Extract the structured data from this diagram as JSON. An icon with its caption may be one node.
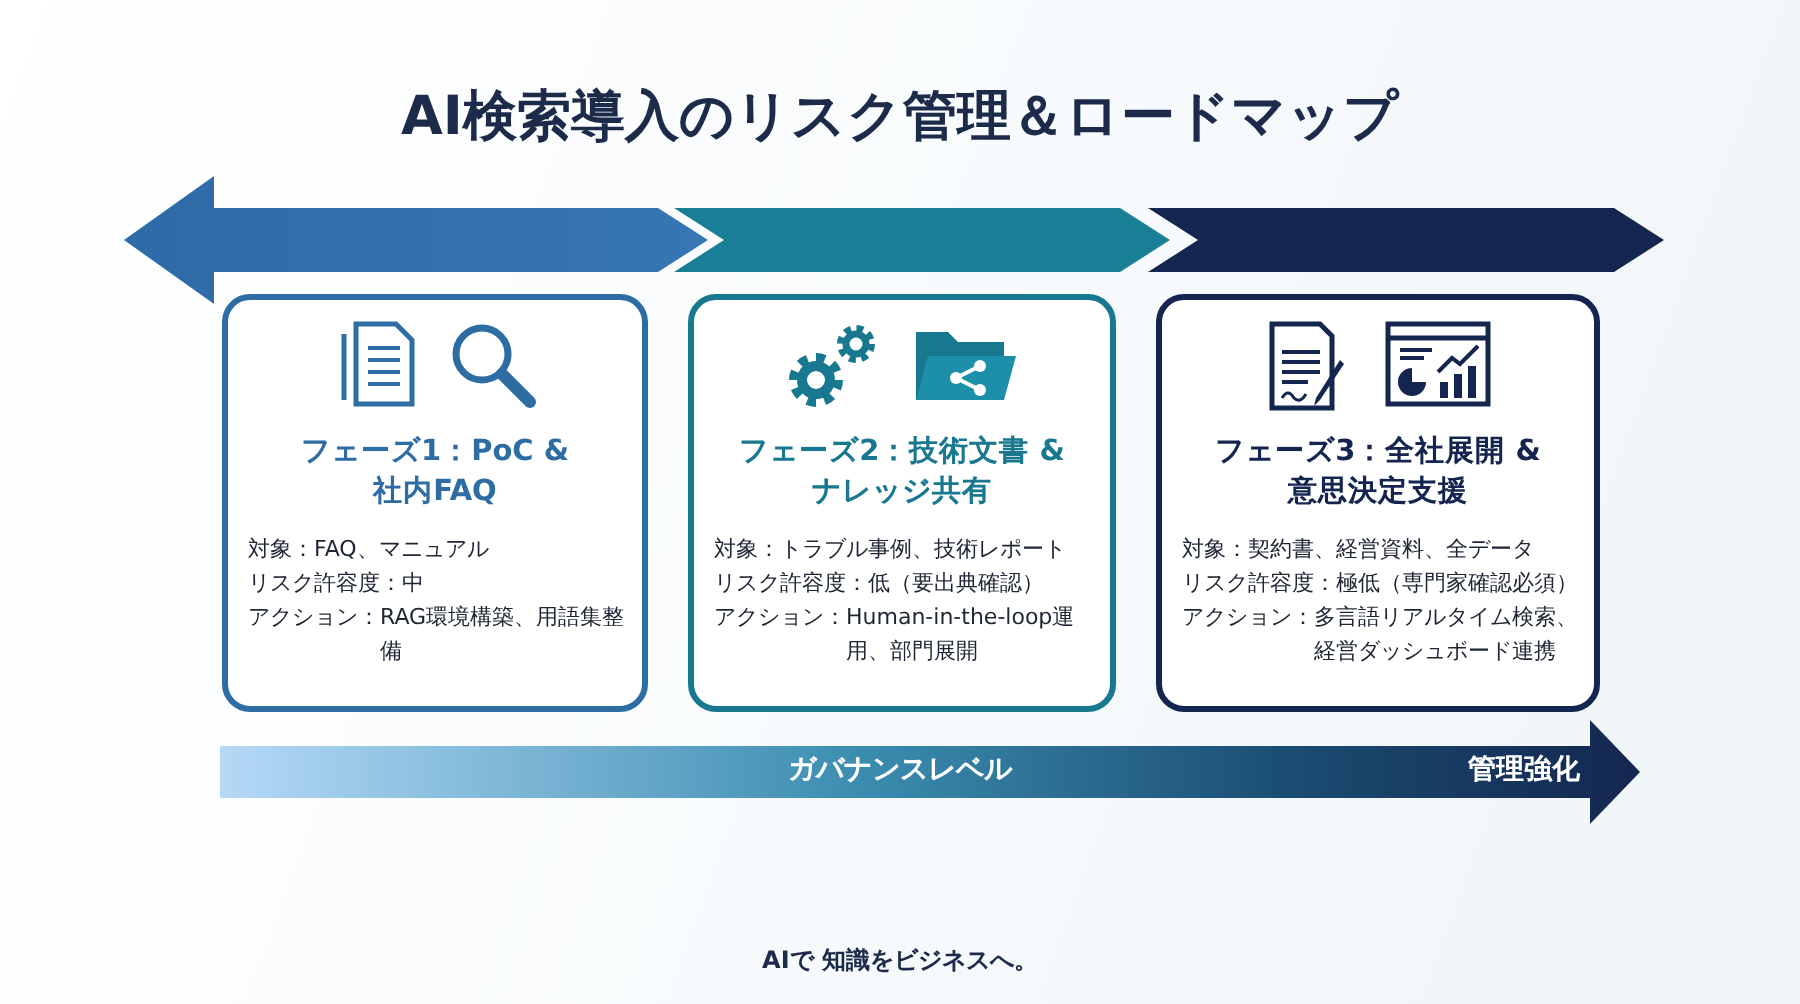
{
  "diagram": {
    "title": "AI検索導入のリスク管理＆ロードマップ",
    "nodes": [
      {
        "text": [
          "フェーズ1：PoC & 社内FAQ",
          "対象：FAQ、マニュアル",
          "リスク許容度：中",
          "アクション：RAG環境構築、用語集整備"
        ]
      },
      {
        "text": [
          "フェーズ2：技術文書 & ナレッジ共有",
          "対象：トラブル事例、技術レポート",
          "リスク許容度：低（要出典確認）",
          "アクション：Human-in-the-loop運用、部門展開"
        ]
      },
      {
        "text": [
          "フェーズ3：全社展開 & 意思決定支援",
          "対象：契約書、経営資料、全データ",
          "リスク許容度：極低（専門家確認必須）",
          "アクション：多言語リアルタイム検索、経営ダッシュボード連携"
        ]
      }
    ],
    "labels": [
      "ガバナンスレベル",
      "管理強化",
      "AIで 知識をビジネスへ。"
    ]
  }
}
